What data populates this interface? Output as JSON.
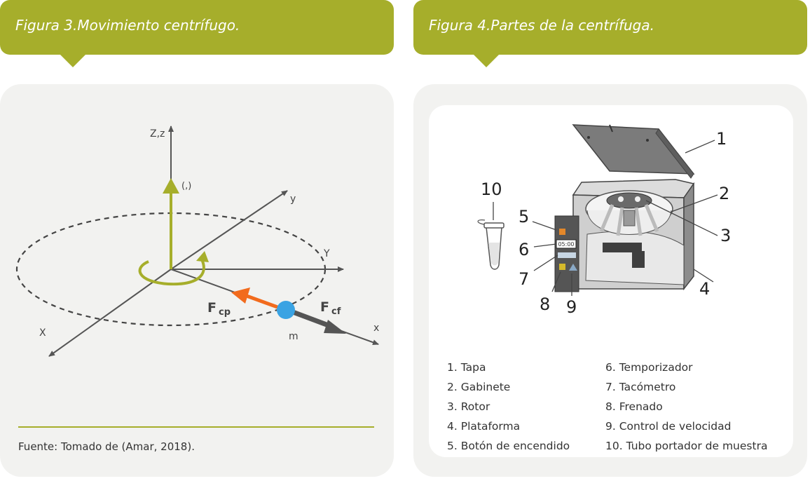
{
  "figure3": {
    "title": "Figura 3.Movimiento centrífugo.",
    "labels": {
      "zz": "Z,z",
      "paren": "(,)",
      "y_lower": "y",
      "Y_upper": "Y",
      "X_upper": "X",
      "x_lower": "x",
      "fcp_main": "F",
      "fcp_sub": "cp",
      "fcf_main": "F",
      "fcf_sub": "cf",
      "m": "m"
    },
    "source": "Fuente: Tomado de (Amar, 2018)."
  },
  "figure4": {
    "title": "Figura 4.Partes de la centrífuga.",
    "callouts": [
      "1",
      "2",
      "3",
      "4",
      "5",
      "6",
      "7",
      "8",
      "9",
      "10"
    ],
    "display_time": "05:00",
    "legend_left": [
      "1. Tapa",
      "2. Gabinete",
      "3. Rotor",
      "4. Plataforma",
      "5. Botón de encendido"
    ],
    "legend_right": [
      "6. Temporizador",
      "7. Tacómetro",
      "8. Frenado",
      "9. Control de velocidad",
      "10. Tubo portador de muestra"
    ]
  },
  "colors": {
    "accent": "#a6ae2b",
    "orange": "#f26b1d",
    "blue": "#3aa3e3",
    "panel": "#f2f2f0"
  }
}
